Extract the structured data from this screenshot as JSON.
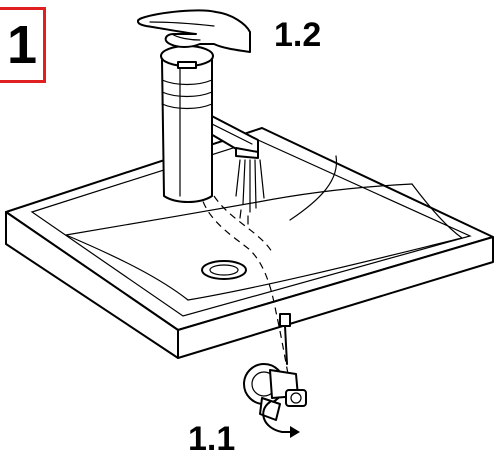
{
  "figure": {
    "step_number": "1",
    "callouts": {
      "faucet_top": "1.2",
      "angle_valve": "1.1"
    },
    "badge_border_color": "#e02020",
    "line_color": "#000000",
    "icons": [
      "hand-icon",
      "faucet-icon",
      "washbasin-icon",
      "angle-valve-icon",
      "rotation-arrow-icon",
      "water-spray-icon"
    ]
  }
}
